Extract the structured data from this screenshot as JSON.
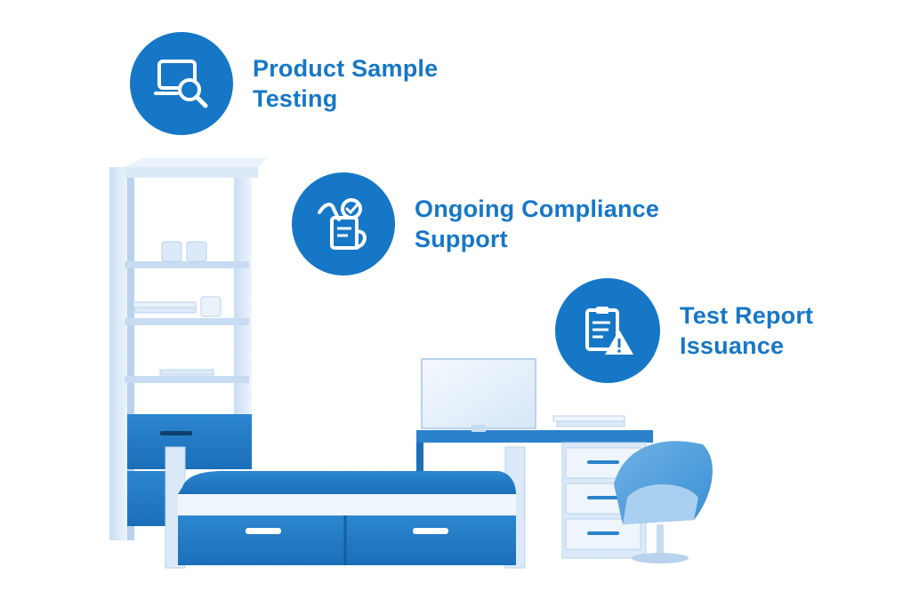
{
  "colors": {
    "accent": "#1677c7",
    "furniture_dark": "#1e7cc8",
    "furniture_light": "#dbe9f8"
  },
  "features": [
    {
      "icon": "laptop-search-icon",
      "line1": "Product Sample",
      "line2": "Testing"
    },
    {
      "icon": "hand-checklist-icon",
      "line1": "Ongoing Compliance",
      "line2": "Support"
    },
    {
      "icon": "clipboard-warning-icon",
      "line1": "Test Report",
      "line2": "Issuance"
    }
  ]
}
